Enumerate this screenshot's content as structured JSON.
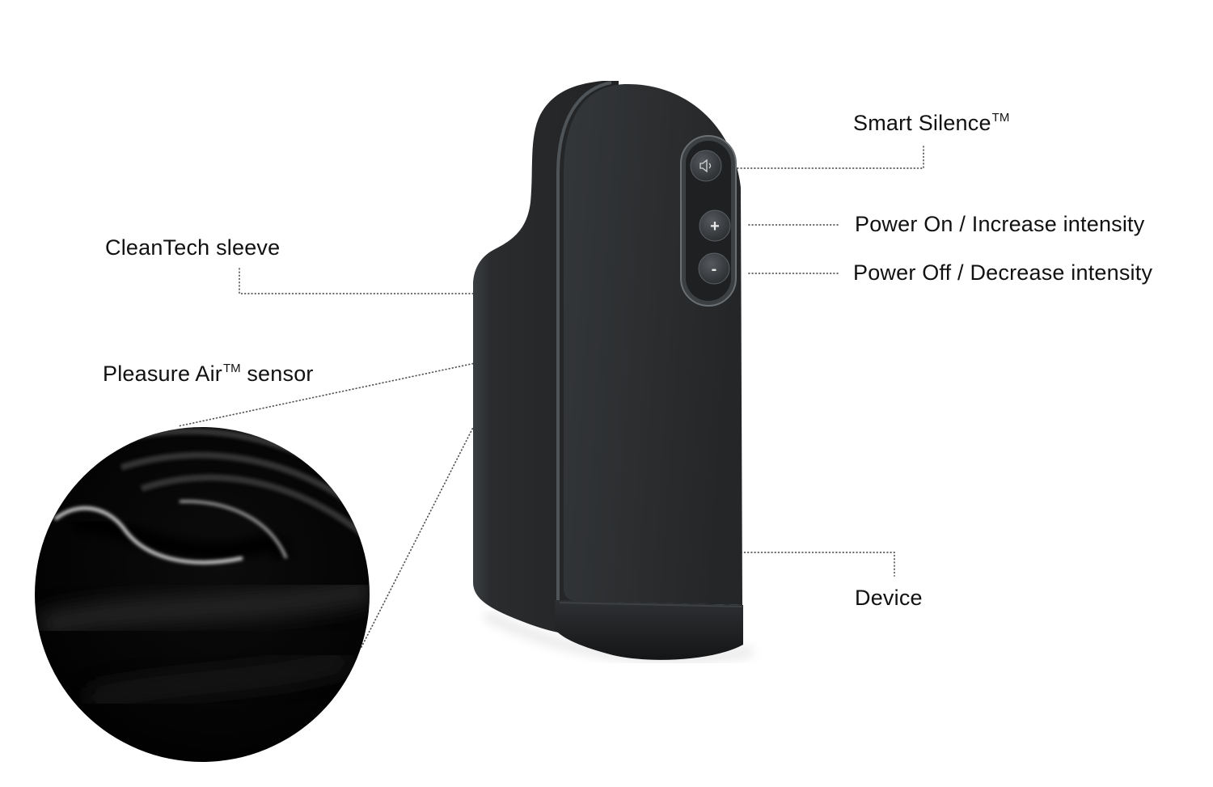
{
  "colors": {
    "label_text": "#111111",
    "leader_line": "#555555",
    "device_body": "#252729",
    "device_panel": "#2c2e30",
    "inset_background": "#050505"
  },
  "labels": {
    "smart_silence": {
      "text": "Smart Silence",
      "tm": "TM"
    },
    "power_on": "Power On / Increase intensity",
    "power_off": "Power Off / Decrease intensity",
    "cleantech_sleeve": "CleanTech sleeve",
    "pleasure_air": {
      "text": "Pleasure Air",
      "tm": "TM",
      "suffix": " sensor"
    },
    "device": "Device"
  },
  "device": {
    "buttons": [
      {
        "icon": "speaker-icon"
      },
      {
        "glyph": "+"
      },
      {
        "glyph": "-"
      }
    ]
  }
}
